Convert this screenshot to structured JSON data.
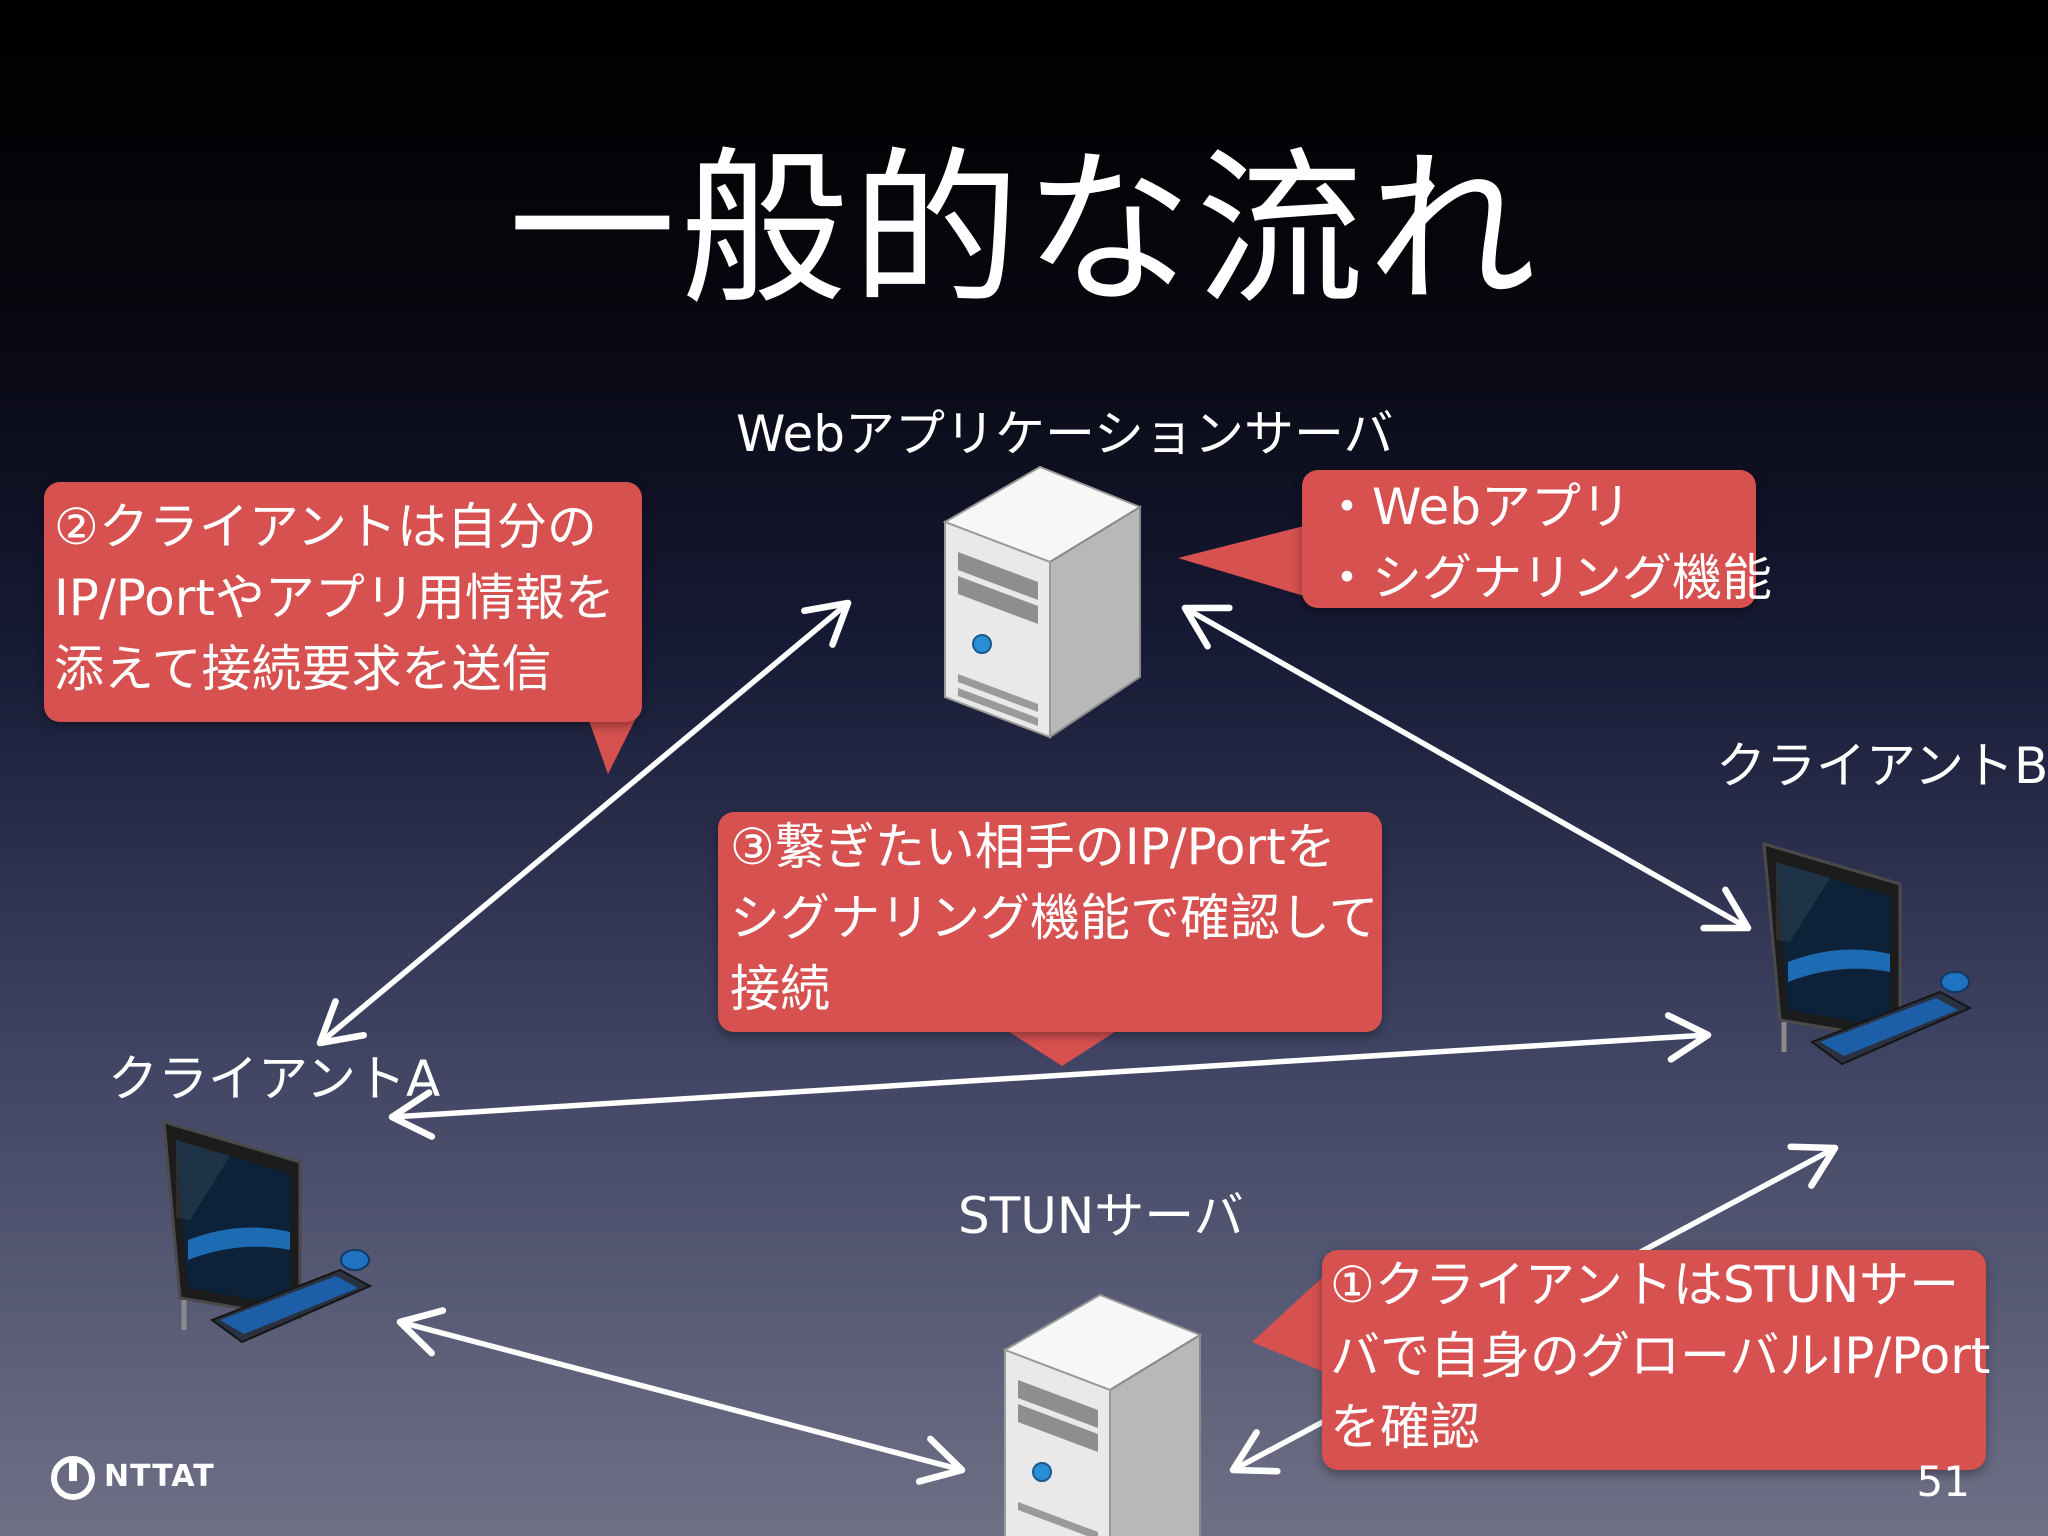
{
  "slide": {
    "title": "一般的な流れ",
    "page_number": "51",
    "logo_text": "NTTAT"
  },
  "nodes": {
    "web_server_label": "Webアプリケーションサーバ",
    "stun_server_label": "STUNサーバ",
    "client_a_label": "クライアントA",
    "client_b_label": "クライアントB"
  },
  "callouts": {
    "web_features": [
      "・Webアプリ",
      "・シグナリング機能"
    ],
    "step2": [
      "②クライアントは自分の",
      "IP/Portやアプリ用情報を",
      "添えて接続要求を送信"
    ],
    "step3": [
      "③繋ぎたい相手のIP/Portを",
      "シグナリング機能で確認して",
      "接続"
    ],
    "step1": [
      "①クライアントはSTUNサー",
      "バで自身のグローバルIP/Port",
      "を確認"
    ]
  },
  "colors": {
    "callout": "#d65150",
    "arrow": "#ffffff",
    "text": "#ffffff"
  },
  "icons": {
    "server": "server-tower-icon",
    "client": "desktop-computer-icon",
    "logo": "nttat-logo-icon"
  }
}
